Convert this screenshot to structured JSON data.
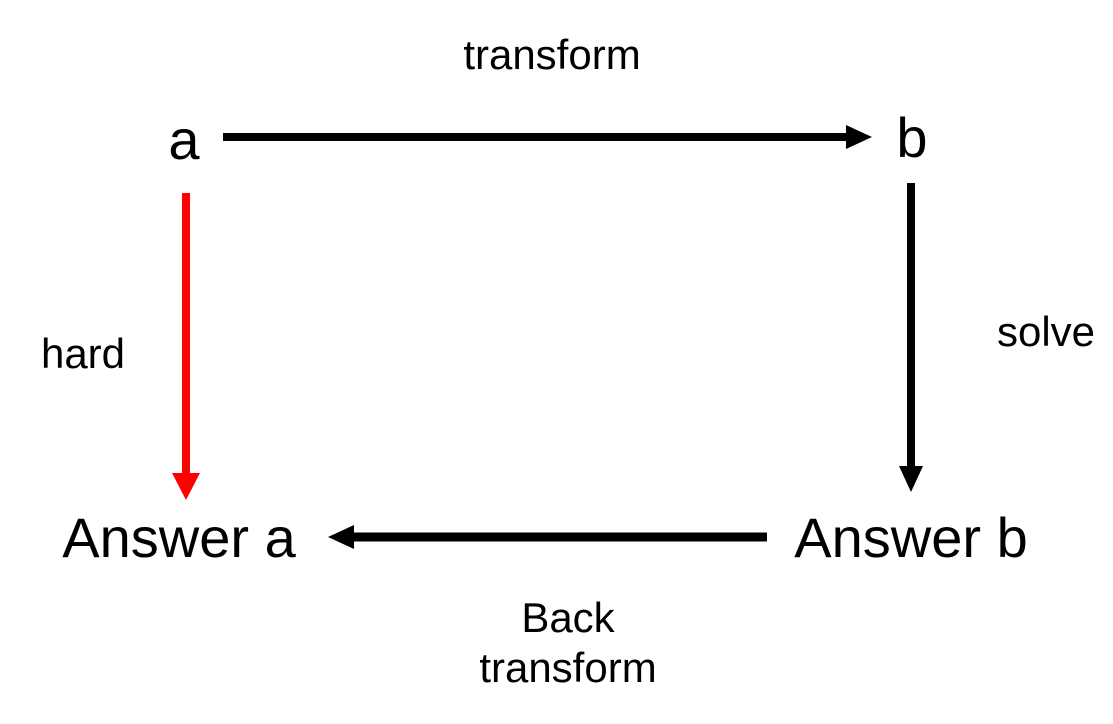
{
  "diagram": {
    "background_color": "#ffffff",
    "text_color": "#000000",
    "nodes": {
      "a": {
        "label": "a"
      },
      "b": {
        "label": "b"
      },
      "answer_a": {
        "label": "Answer a"
      },
      "answer_b": {
        "label": "Answer b"
      }
    },
    "edges": {
      "transform": {
        "label": "transform",
        "from": "a",
        "to": "b",
        "color": "#000000"
      },
      "solve": {
        "label": "solve",
        "from": "b",
        "to": "answer_b",
        "color": "#000000"
      },
      "hard": {
        "label": "hard",
        "from": "a",
        "to": "answer_a",
        "color": "#ff0000"
      },
      "back_transform": {
        "label_line1": "Back",
        "label_line2": "transform",
        "from": "answer_b",
        "to": "answer_a",
        "color": "#000000"
      }
    }
  }
}
